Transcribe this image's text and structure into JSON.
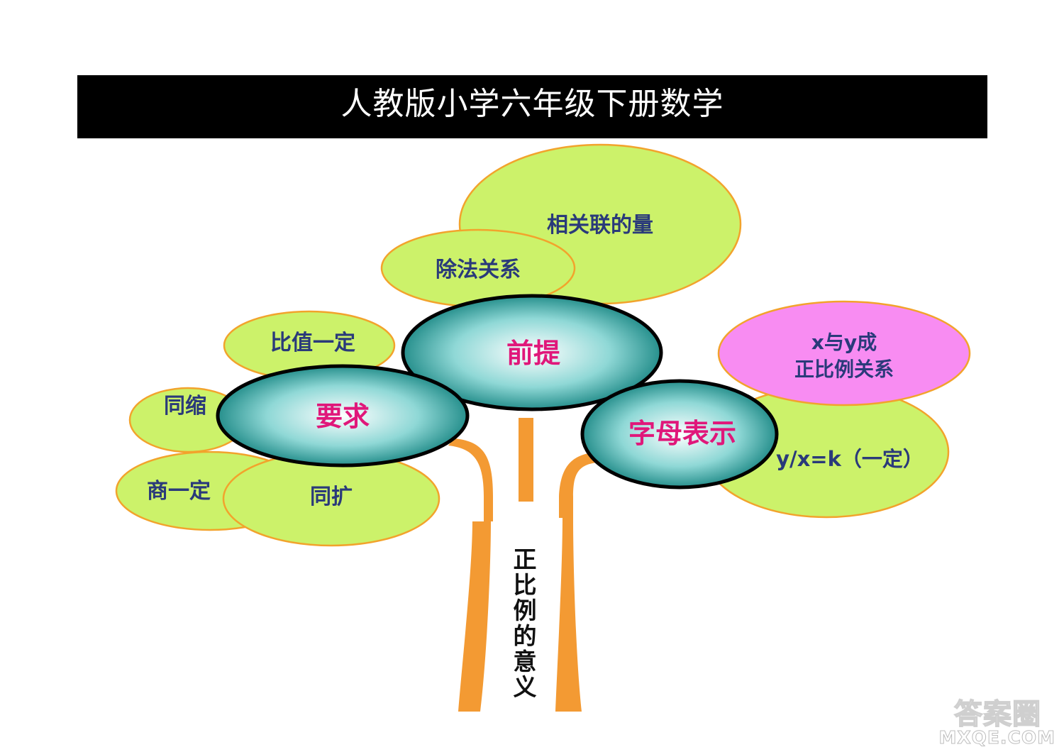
{
  "header": {
    "title": "人教版小学六年级下册数学"
  },
  "trunk": {
    "label_chars": [
      "正",
      "比",
      "例",
      "的",
      "意",
      "义"
    ]
  },
  "hubs": {
    "premise": "前提",
    "requirement": "要求",
    "letter_repr": "字母表示"
  },
  "leaves": {
    "related_quantities": "相关联的量",
    "division_relation": "除法关系",
    "ratio_constant": "比值一定",
    "shrink_together": "同缩",
    "quotient_constant": "商一定",
    "expand_together": "同扩",
    "xy_proportional_line1": "x与y成",
    "xy_proportional_line2": "正比例关系",
    "formula": "y/x=k（一定）"
  },
  "watermark": {
    "top": "答案圈",
    "bottom": "MXQE.COM"
  },
  "colors": {
    "leaf_fill": "#ccf26a",
    "leaf_border": "#f2a32c",
    "pink_fill": "#f88cf2",
    "hub_center": "#ffffff",
    "hub_mid": "#5fc4c4",
    "hub_edge": "#0c7a78",
    "trunk": "#f39a33",
    "banner": "#000000"
  }
}
